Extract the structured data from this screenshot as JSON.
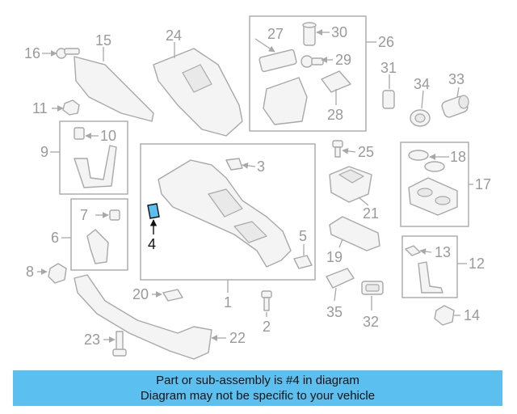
{
  "diagram": {
    "highlighted_part": "4",
    "callouts": [
      "1",
      "2",
      "3",
      "4",
      "5",
      "6",
      "7",
      "8",
      "9",
      "10",
      "11",
      "12",
      "13",
      "14",
      "15",
      "16",
      "17",
      "18",
      "19",
      "20",
      "21",
      "22",
      "23",
      "24",
      "25",
      "26",
      "27",
      "28",
      "29",
      "30",
      "31",
      "32",
      "33",
      "34",
      "35"
    ]
  },
  "banner": {
    "line1": "Part or sub-assembly is #4 in diagram",
    "line2": "Diagram may not be specific to your vehicle"
  },
  "colors": {
    "banner_bg": "#5bc0ef",
    "highlight": "#5bc0ef",
    "linework": "#a8a8a8"
  }
}
